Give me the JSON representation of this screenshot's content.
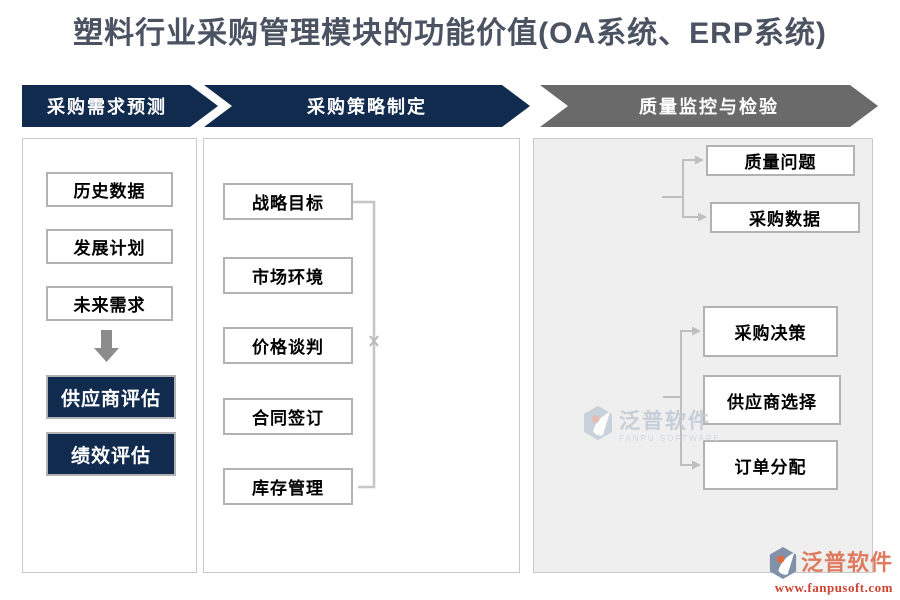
{
  "title": "塑料行业采购管理模块的功能价值(OA系统、ERP系统)",
  "stages": [
    {
      "label": "采购需求预测"
    },
    {
      "label": "采购策略制定"
    },
    {
      "label": "质量监控与检验"
    }
  ],
  "forecast_column": {
    "input_boxes": [
      "历史数据",
      "发展计划",
      "未来需求"
    ],
    "result_boxes": [
      "供应商评估",
      "绩效评估"
    ]
  },
  "strategy_column": {
    "boxes": [
      "战略目标",
      "市场环境",
      "价格谈判",
      "合同签订",
      "库存管理"
    ]
  },
  "quality_column": {
    "top_boxes": [
      "质量问题",
      "采购数据"
    ],
    "bottom_boxes": [
      "采购决策",
      "供应商选择",
      "订单分配"
    ]
  },
  "watermark": {
    "name": "泛普软件",
    "subtitle": "FANPU SOFTWARE"
  },
  "footer": {
    "name": "泛普软件",
    "url": "www.fanpusoft.com"
  },
  "icons": {
    "stage_arrows": "right-chevron-arrow",
    "column1_arrow": "down-arrow",
    "logo": "fanpu-logo"
  },
  "colors": {
    "navy": "#112b4e",
    "stage_gray": "#6a6a6a",
    "title_text": "#4b5362",
    "box_border": "#b2b2b2",
    "panel_border": "#c9c9c9",
    "quality_panel_bg": "#efefef",
    "connector_gray": "#c3c3c3",
    "logo_coral": "#e07a5e",
    "logo_red": "#cd4231"
  }
}
